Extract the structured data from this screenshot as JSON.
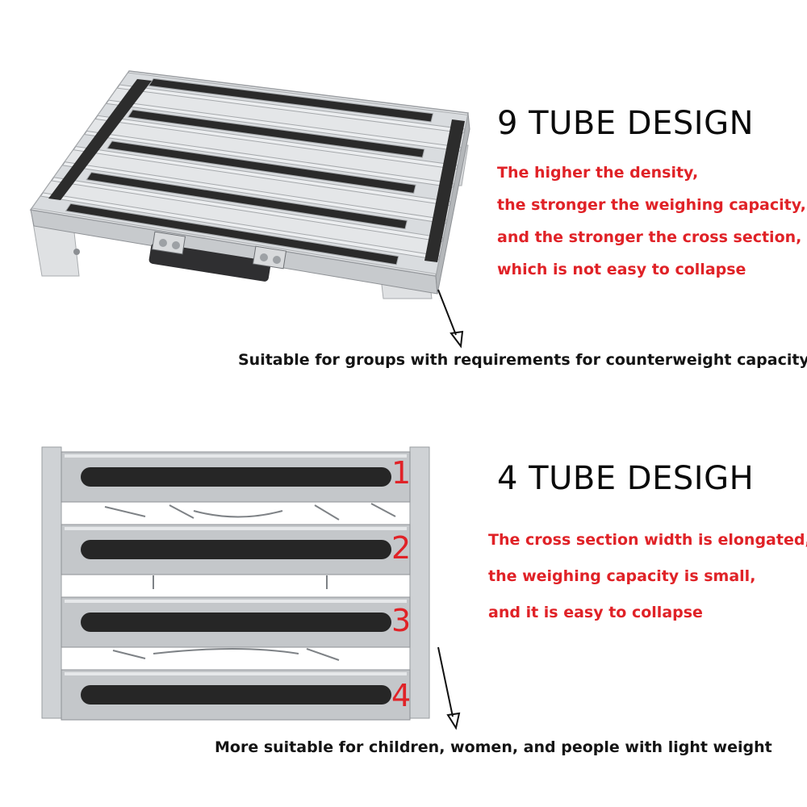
{
  "top": {
    "title": "9 TUBE DESIGN",
    "lines": [
      "The higher the density,",
      "the stronger the weighing capacity,",
      "and the stronger the cross section,",
      "which is not easy to collapse"
    ],
    "caption": "Suitable for groups with requirements for counterweight capacity"
  },
  "bottom": {
    "title": "4 TUBE DESIGH",
    "lines": [
      "The cross section width is elongated,",
      "the weighing capacity is small,",
      "and it is easy to collapse"
    ],
    "numbers": [
      "1",
      "2",
      "3",
      "4"
    ],
    "caption": "More suitable for children, women, and people with light weight"
  },
  "colors": {
    "accent_red": "#e02227",
    "text_black": "#141414",
    "aluminum": "#c9cccf",
    "grip_tape": "#262626"
  }
}
